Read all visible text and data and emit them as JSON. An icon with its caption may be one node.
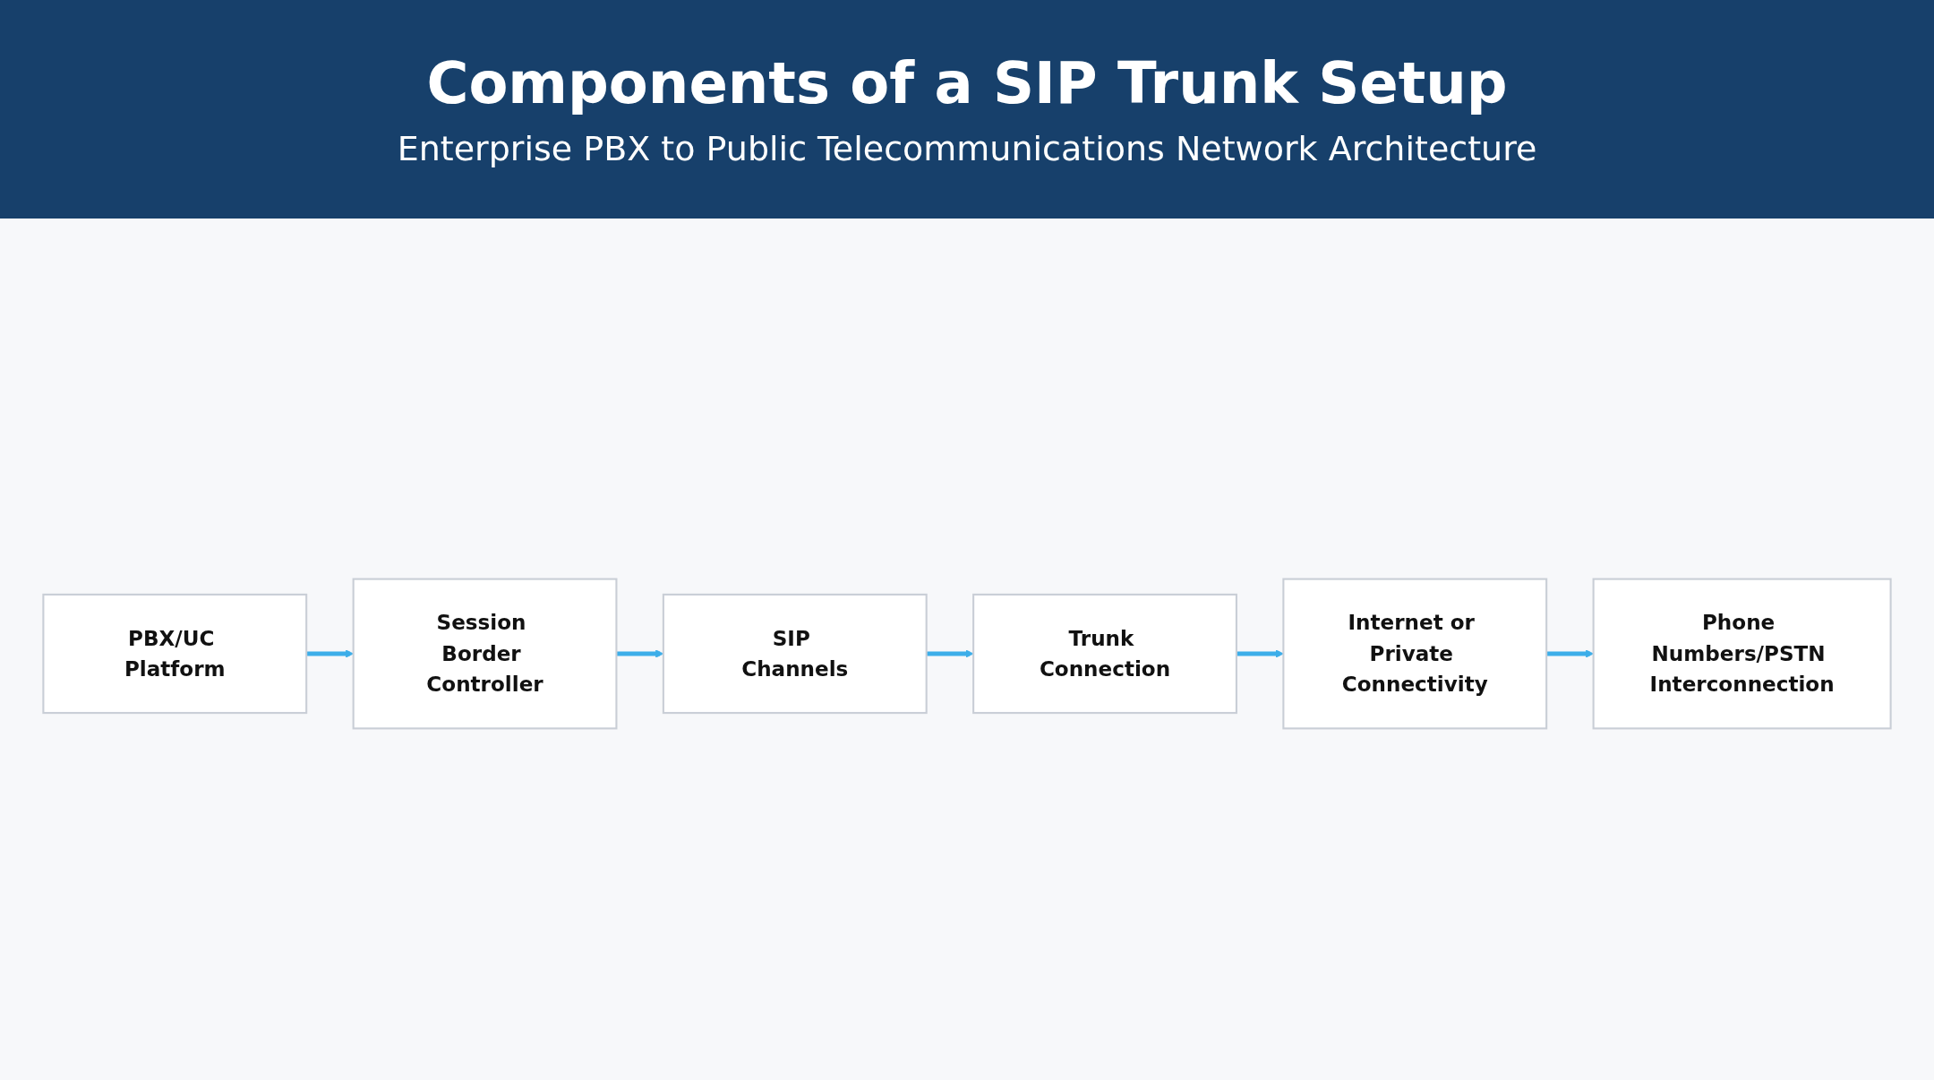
{
  "diagram": {
    "title": "Components of a SIP Trunk Setup",
    "nodes": [
      {
        "text": [
          "PBX/UC Platform"
        ]
      },
      {
        "text": [
          "Session Border Controller"
        ]
      },
      {
        "text": [
          "SIP Channels"
        ]
      },
      {
        "text": [
          "Trunk Connection"
        ]
      },
      {
        "text": [
          "Internet or Private Connectivity"
        ]
      },
      {
        "text": [
          "Phone Numbers/PSTN Interconnection"
        ]
      }
    ],
    "edges": [
      {
        "from": 0,
        "to": 1,
        "arrow": "to"
      },
      {
        "from": 1,
        "to": 2,
        "arrow": "to"
      },
      {
        "from": 2,
        "to": 3,
        "arrow": "to"
      },
      {
        "from": 3,
        "to": 4,
        "arrow": "to"
      },
      {
        "from": 4,
        "to": 5,
        "arrow": "to"
      }
    ],
    "labels": [
      "Enterprise PBX to Public Telecommunications Network Architecture"
    ]
  }
}
